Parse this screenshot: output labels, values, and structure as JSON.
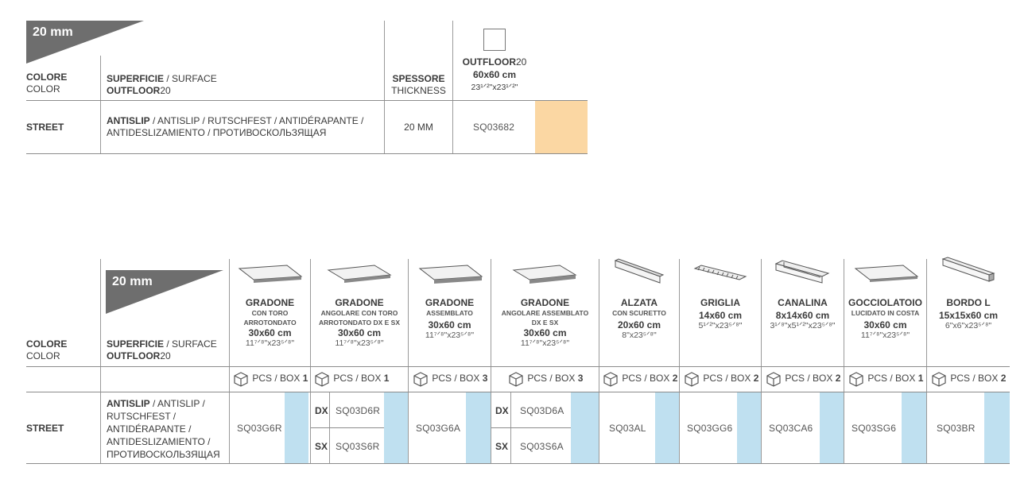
{
  "colors": {
    "swatch_top": "#fbd7a3",
    "swatch_blue": "#bfe0f0",
    "banner": "#6e6e6e"
  },
  "top": {
    "banner_text": "20 mm",
    "col_color": {
      "bold": "COLORE",
      "normal": "COLOR"
    },
    "col_surface": {
      "bold": "SUPERFICIE",
      "normal": " / SURFACE",
      "line2": "OUTFLOOR",
      "line2b": "20"
    },
    "col_thickness": {
      "bold": "SPESSORE",
      "normal": "THICKNESS"
    },
    "product": {
      "name_bold": "OUTFLOOR",
      "name_normal": "20",
      "size": "60x60 cm",
      "inch": "23¹ᐟ²\"x23¹ᐟ²\""
    },
    "row": {
      "color": "STREET",
      "surface_bold": "ANTISLIP",
      "surface_rest": " / ANTISLIP / RUTSCHFEST / ANTIDÉRAPANTE /",
      "surface_line2": "ANTIDESLIZAMIENTO / ПРОТИВОСКОЛЬЗЯЩАЯ",
      "thickness": "20 MM",
      "code": "SQ03682"
    }
  },
  "bottom": {
    "banner_text": "20 mm",
    "col_color": {
      "bold": "COLORE",
      "normal": "COLOR"
    },
    "col_surface": {
      "bold": "SUPERFICIE",
      "normal": " / SURFACE",
      "line2": "OUTFLOOR",
      "line2b": "20"
    },
    "products": [
      {
        "name": "GRADONE",
        "sub1": "CON TORO",
        "sub2": "ARROTONDATO",
        "size": "30x60 cm",
        "inch": "11⁷ᐟ⁸\"x23⁵ᐟ⁸\"",
        "pcs": "PCS / BOX ",
        "pcs_n": "1",
        "code": "SQ03G6R"
      },
      {
        "name": "GRADONE",
        "sub1": "ANGOLARE CON TORO",
        "sub2": "ARROTONDATO DX E SX",
        "size": "30x60 cm",
        "inch": "11⁷ᐟ⁸\"x23⁵ᐟ⁸\"",
        "pcs": "PCS / BOX ",
        "pcs_n": "1",
        "dx": "DX",
        "sx": "SX",
        "code_dx": "SQ03D6R",
        "code_sx": "SQ03S6R"
      },
      {
        "name": "GRADONE",
        "sub1": "ASSEMBLATO",
        "sub2": "",
        "size": "30x60 cm",
        "inch": "11⁷ᐟ⁸\"x23⁵ᐟ⁸\"",
        "pcs": "PCS / BOX ",
        "pcs_n": "3",
        "code": "SQ03G6A"
      },
      {
        "name": "GRADONE",
        "sub1": "ANGOLARE ASSEMBLATO",
        "sub2": "DX E SX",
        "size": "30x60 cm",
        "inch": "11⁷ᐟ⁸\"x23⁵ᐟ⁸\"",
        "pcs": "PCS / BOX ",
        "pcs_n": "3",
        "dx": "DX",
        "sx": "SX",
        "code_dx": "SQ03D6A",
        "code_sx": "SQ03S6A"
      },
      {
        "name": "ALZATA",
        "sub1": "CON SCURETTO",
        "sub2": "",
        "size": "20x60 cm",
        "inch": "8\"x23⁵ᐟ⁸\"",
        "pcs": "PCS / BOX ",
        "pcs_n": "2",
        "code": "SQ03AL"
      },
      {
        "name": "GRIGLIA",
        "sub1": "",
        "sub2": "",
        "size": "14x60 cm",
        "inch": "5¹ᐟ²\"x23⁵ᐟ⁸\"",
        "pcs": "PCS / BOX ",
        "pcs_n": "2",
        "code": "SQ03GG6"
      },
      {
        "name": "CANALINA",
        "sub1": "",
        "sub2": "",
        "size": "8x14x60 cm",
        "inch": "3¹ᐟ⁸\"x5¹ᐟ²\"x23⁵ᐟ⁸\"",
        "pcs": "PCS / BOX ",
        "pcs_n": "2",
        "code": "SQ03CA6"
      },
      {
        "name": "GOCCIOLATOIO",
        "sub1": "LUCIDATO IN COSTA",
        "sub2": "",
        "size": "30x60 cm",
        "inch": "11⁷ᐟ⁸\"x23⁵ᐟ⁸\"",
        "pcs": "PCS / BOX ",
        "pcs_n": "1",
        "code": "SQ03SG6"
      },
      {
        "name": "BORDO L",
        "sub1": "",
        "sub2": "",
        "size": "15x15x60 cm",
        "inch": "6\"x6\"x23⁵ᐟ⁸\"",
        "pcs": "PCS / BOX ",
        "pcs_n": "2",
        "code": "SQ03BR"
      }
    ],
    "row": {
      "color": "STREET",
      "surface_l1": "ANTISLIP",
      "surface_l1r": " / ANTISLIP /",
      "surface_l2": "RUTSCHFEST /",
      "surface_l3": "ANTIDÉRAPANTE /",
      "surface_l4": "ANTIDESLIZAMIENTO /",
      "surface_l5": "ПРОТИВОСКОЛЬЗЯЩАЯ"
    }
  }
}
